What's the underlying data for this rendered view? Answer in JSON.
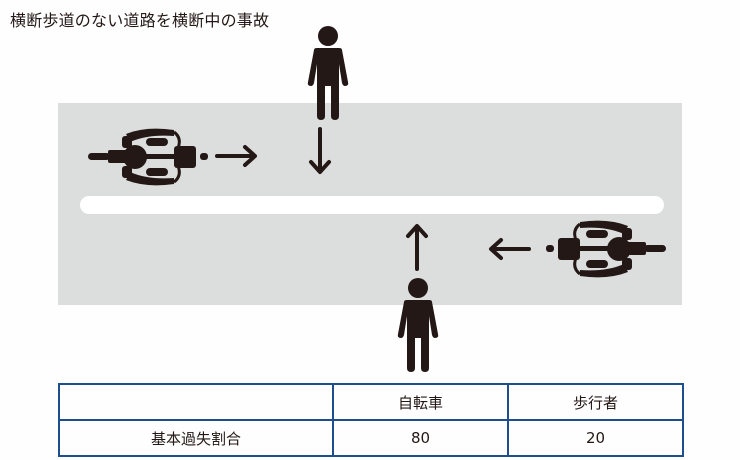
{
  "title": "横断歩道のない道路を横断中の事故",
  "diagram": {
    "road_color": "#dcdddd",
    "center_line_color": "#ffffff",
    "figure_color": "#231815",
    "elements": [
      {
        "kind": "bicycle",
        "direction": "right",
        "lane": "upper"
      },
      {
        "kind": "pedestrian",
        "direction": "down",
        "side": "top"
      },
      {
        "kind": "pedestrian",
        "direction": "up",
        "side": "bottom"
      },
      {
        "kind": "bicycle",
        "direction": "left",
        "lane": "lower"
      }
    ]
  },
  "table": {
    "border_color": "#1f4e8c",
    "header": [
      "",
      "自転車",
      "歩行者"
    ],
    "rows": [
      [
        "基本過失割合",
        "80",
        "20"
      ]
    ]
  }
}
